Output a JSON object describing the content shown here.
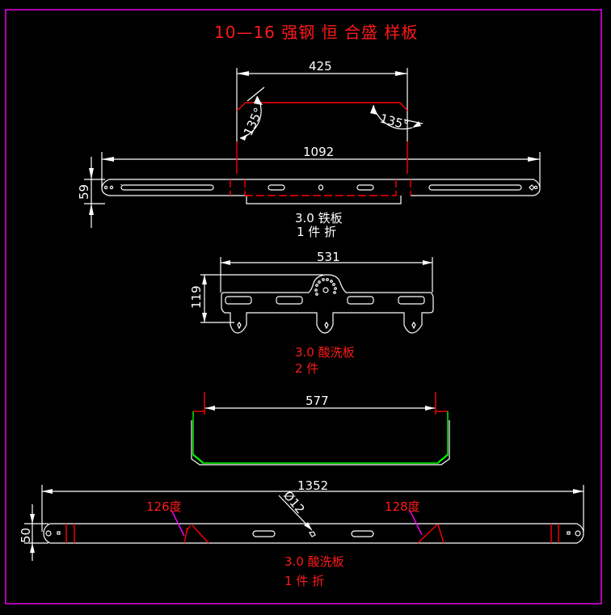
{
  "title": "10—16 强钢 恒 合盛  样板",
  "colors": {
    "background": "#000000",
    "frame": "#ff00ff",
    "outline": "#ffffff",
    "bend_line": "#ff0000",
    "side_profile": "#00ff00",
    "leader": "#ff00ff"
  },
  "part1": {
    "angle_left": "135°",
    "angle_right": "135°",
    "dim_top": "425",
    "dim_length": "1092",
    "dim_height": "59",
    "note_line1": "3.0  铁板",
    "note_line2": "1  件  折"
  },
  "part2": {
    "dim_length": "531",
    "dim_height": "119",
    "note_line1": "3.0   酸洗板",
    "note_line2": "2  件"
  },
  "part3": {
    "dim_length": "577"
  },
  "part4": {
    "dim_length": "1352",
    "dim_height": "50",
    "hole_dia": "Ø12",
    "angle_left": "126度",
    "angle_right": "128度",
    "note_line1": "3.0   酸洗板",
    "note_line2": "1  件  折"
  }
}
